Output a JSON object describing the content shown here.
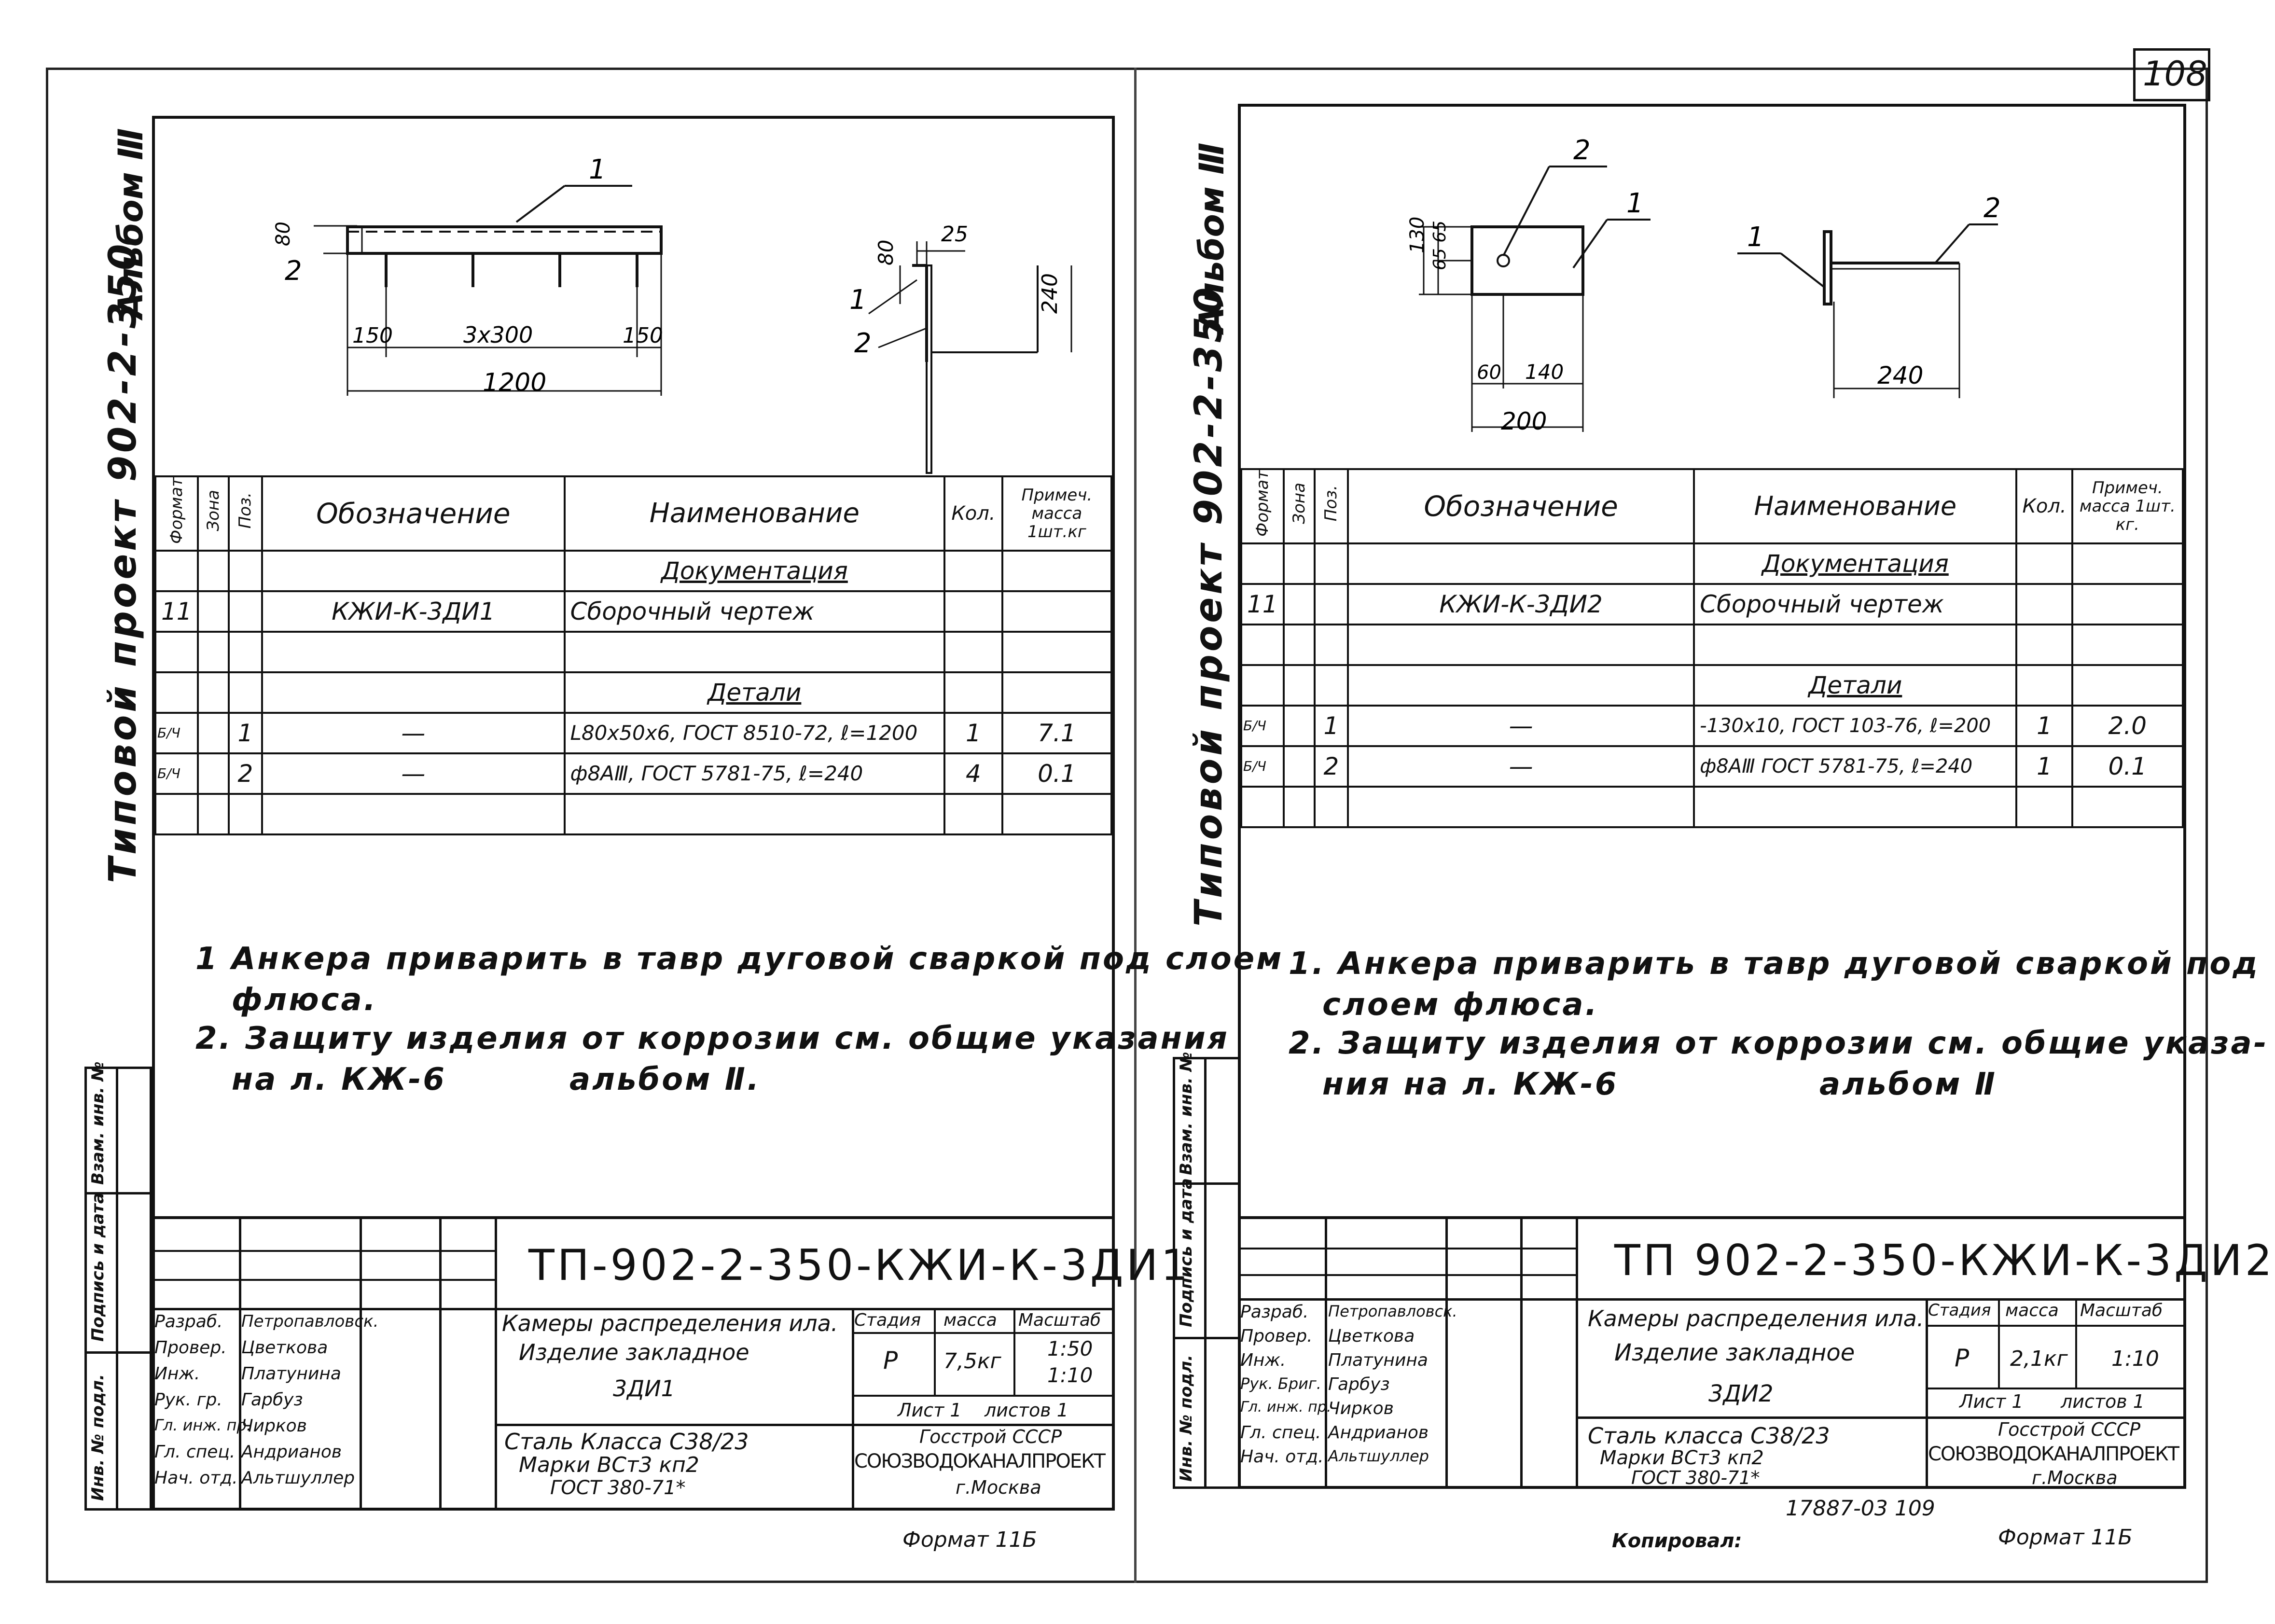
{
  "page_number": "108",
  "sheets": [
    {
      "side_label_top": "Альбом Ⅲ",
      "side_label_main": "Типовой проект 902-2-350",
      "drawing": {
        "pos1": "1",
        "pos2": "2",
        "dims": [
          "80",
          "150",
          "3x300",
          "150",
          "1200"
        ],
        "section_dims": [
          "25",
          "80",
          "240"
        ],
        "section_pos": [
          "1",
          "2"
        ]
      },
      "table": {
        "h_format": "Формат",
        "h_zone": "Зона",
        "h_pos": "Поз.",
        "h_designation": "Обозначение",
        "h_name": "Наименование",
        "h_qty": "Кол.",
        "h_note": "Примеч. масса 1шт.кг",
        "section_docs": "Документация",
        "doc_format": "11",
        "doc_designation": "КЖИ-К-3ДИ1",
        "doc_name": "Сборочный чертеж",
        "section_parts": "Детали",
        "rows": [
          {
            "format": "Б/Ч",
            "pos": "1",
            "designation": "—",
            "name": "L80x50x6, ГОСТ 8510-72, ℓ=1200",
            "qty": "1",
            "note": "7.1"
          },
          {
            "format": "Б/Ч",
            "pos": "2",
            "designation": "—",
            "name": "ф8АⅢ, ГОСТ 5781-75, ℓ=240",
            "qty": "4",
            "note": "0.1"
          }
        ]
      },
      "notes": [
        "1 Анкера приварить в тавр дуговой сваркой под слоем",
        "флюса.",
        "2. Защиту изделия от коррозии см. общие указания",
        "на л. КЖ-6",
        "альбом Ⅱ."
      ],
      "side_stamp": [
        "Инв. № подл.",
        "Подпись и дата",
        "Взам. инв. №"
      ],
      "title_block": {
        "code": "ТП-902-2-350-КЖИ-К-3ДИ1",
        "description": [
          "Камеры распределения ила.",
          "Изделие закладное",
          "3ДИ1"
        ],
        "material": [
          "Сталь Класса С38/23",
          "Марки ВСт3 кп2",
          "ГОСТ 380-71*"
        ],
        "stage_h": "Стадия",
        "mass_h": "масса",
        "scale_h": "Масштаб",
        "stage": "Р",
        "mass": "7,5кг",
        "scale": [
          "1:50",
          "1:10"
        ],
        "sheet": "Лист 1",
        "sheets": "листов 1",
        "org": [
          "Госстрой СССР",
          "СОЮЗВОДОКАНАЛПРОЕКТ",
          "г.Москва"
        ],
        "people": [
          {
            "role": "Разраб.",
            "name": "Петропавловск."
          },
          {
            "role": "Провер.",
            "name": "Цветкова"
          },
          {
            "role": "Инж.",
            "name": "Платунина"
          },
          {
            "role": "Рук. гр.",
            "name": "Гарбуз"
          },
          {
            "role": "Гл. инж. пр.",
            "name": "Чирков"
          },
          {
            "role": "Гл. спец.",
            "name": "Андрианов"
          },
          {
            "role": "Нач. отд.",
            "name": "Альтшуллер"
          }
        ]
      },
      "format": "Формат 11Б"
    },
    {
      "side_label_top": "Альбом Ⅲ",
      "side_label_main": "Типовой проект 902-2-350",
      "drawing": {
        "pos1": "1",
        "pos2": "2",
        "dims": [
          "130",
          "65",
          "65",
          "60",
          "140",
          "200"
        ],
        "section_dims": [
          "240"
        ],
        "section_pos": [
          "1",
          "2"
        ]
      },
      "table": {
        "h_format": "Формат",
        "h_zone": "Зона",
        "h_pos": "Поз.",
        "h_designation": "Обозначение",
        "h_name": "Наименование",
        "h_qty": "Кол.",
        "h_note": "Примеч. масса 1шт. кг.",
        "section_docs": "Документация",
        "doc_format": "11",
        "doc_designation": "КЖИ-К-3ДИ2",
        "doc_name": "Сборочный чертеж",
        "section_parts": "Детали",
        "rows": [
          {
            "format": "Б/Ч",
            "pos": "1",
            "designation": "—",
            "name": "-130x10, ГОСТ 103-76, ℓ=200",
            "qty": "1",
            "note": "2.0"
          },
          {
            "format": "Б/Ч",
            "pos": "2",
            "designation": "—",
            "name": "ф8АⅢ ГОСТ 5781-75, ℓ=240",
            "qty": "1",
            "note": "0.1"
          }
        ]
      },
      "notes": [
        "1. Анкера приварить в тавр дуговой сваркой под",
        "слоем флюса.",
        "2. Защиту изделия от коррозии см. общие указа-",
        "ния на л. КЖ-6",
        "альбом Ⅱ"
      ],
      "side_stamp": [
        "Инв. № подл.",
        "Подпись и дата",
        "Взам. инв. №"
      ],
      "title_block": {
        "code": "ТП 902-2-350-КЖИ-К-3ДИ2",
        "description": [
          "Камеры распределения ила.",
          "Изделие закладное",
          "3ДИ2"
        ],
        "material": [
          "Сталь класса С38/23",
          "Марки ВСт3 кп2",
          "ГОСТ 380-71*"
        ],
        "stage_h": "Стадия",
        "mass_h": "масса",
        "scale_h": "Масштаб",
        "stage": "Р",
        "mass": "2,1кг",
        "scale": [
          "1:10"
        ],
        "sheet": "Лист 1",
        "sheets": "листов 1",
        "org": [
          "Госстрой СССР",
          "СОЮЗВОДОКАНАЛПРОЕКТ",
          "г.Москва"
        ],
        "people": [
          {
            "role": "Разраб.",
            "name": "Петропавловск."
          },
          {
            "role": "Провер.",
            "name": "Цветкова"
          },
          {
            "role": "Инж.",
            "name": "Платунина"
          },
          {
            "role": "Рук. Бриг.",
            "name": "Гарбуз"
          },
          {
            "role": "Гл. инж. пр.",
            "name": "Чирков"
          },
          {
            "role": "Гл. спец.",
            "name": "Андрианов"
          },
          {
            "role": "Нач. отд.",
            "name": "Альтшуллер"
          }
        ]
      },
      "format": "Формат 11Б",
      "copy_code": "17887-03 109",
      "copied_by": "Копировал:"
    }
  ]
}
